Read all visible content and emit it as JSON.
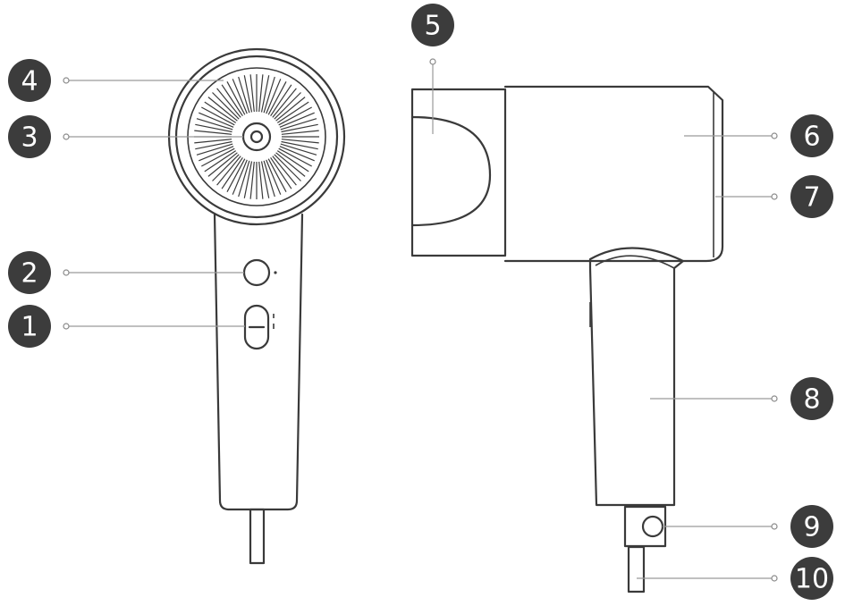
{
  "callouts": [
    {
      "id": "1",
      "label": "1"
    },
    {
      "id": "2",
      "label": "2"
    },
    {
      "id": "3",
      "label": "3"
    },
    {
      "id": "4",
      "label": "4"
    },
    {
      "id": "5",
      "label": "5"
    },
    {
      "id": "6",
      "label": "6"
    },
    {
      "id": "7",
      "label": "7"
    },
    {
      "id": "8",
      "label": "8"
    },
    {
      "id": "9",
      "label": "9"
    },
    {
      "id": "10",
      "label": "10"
    }
  ],
  "colors": {
    "line": "#3a3a3a",
    "badge": "#3c3c3c",
    "leader": "#9a9a9a"
  },
  "views": [
    "front-view",
    "side-view"
  ]
}
